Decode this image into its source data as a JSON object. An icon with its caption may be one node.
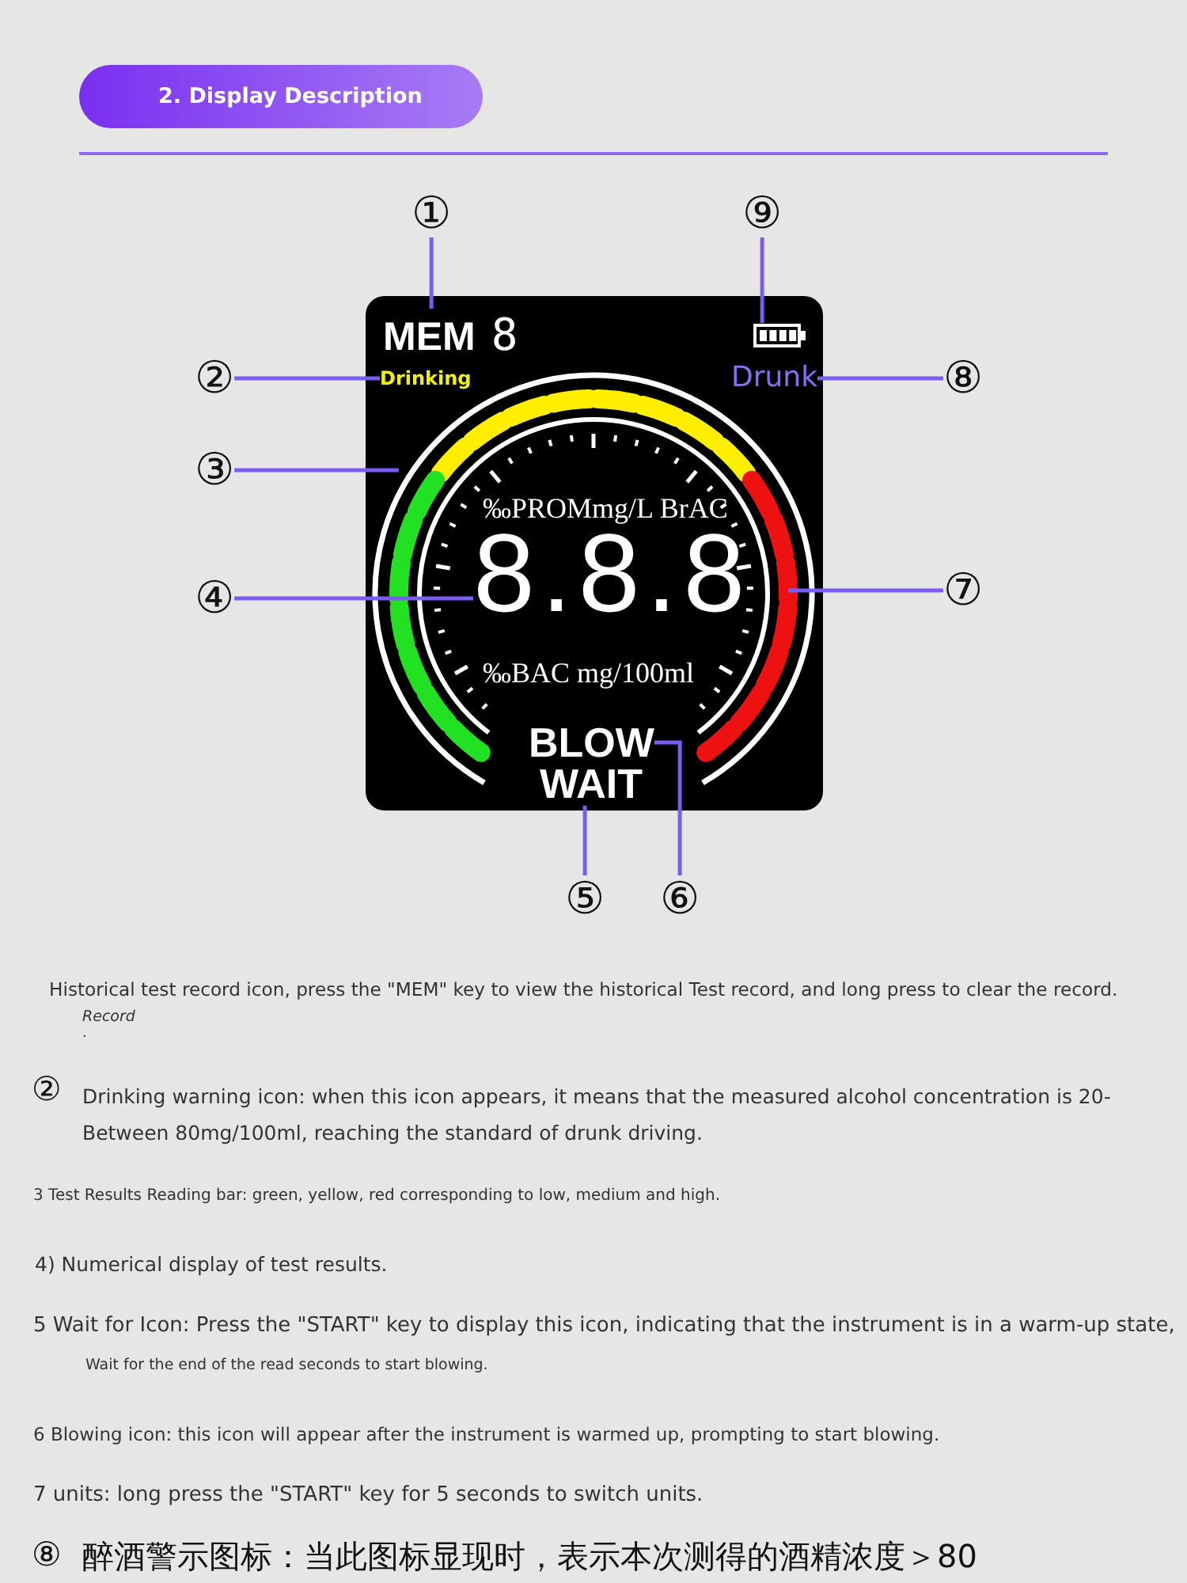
{
  "diagram": {
    "title": "2. Display Description",
    "nodes": [
      {
        "text": [],
        "shape": "box"
      },
      {
        "text": [
          "①"
        ]
      },
      {
        "text": [
          "MEM",
          "8"
        ],
        "in": 0
      },
      {
        "text": [
          "⑨"
        ]
      },
      {
        "text": [],
        "shape": "picture",
        "in": 0
      },
      {
        "text": [
          "②"
        ]
      },
      {
        "text": [
          "Drinking"
        ],
        "in": 0
      },
      {
        "text": [
          "⑧"
        ]
      },
      {
        "text": [
          "Drunk"
        ],
        "in": 0
      },
      {
        "text": [
          "③"
        ]
      },
      {
        "text": [],
        "shape": "bar",
        "in": 0
      },
      {
        "text": [
          "④"
        ]
      },
      {
        "text": [
          "8.8.8"
        ],
        "in": 0
      },
      {
        "text": [
          "⑦"
        ]
      },
      {
        "text": [],
        "shape": "bar",
        "in": 0
      },
      {
        "text": [
          "BLOW"
        ],
        "in": 0
      },
      {
        "text": [
          "WAIT"
        ],
        "in": 0
      },
      {
        "text": [
          "⑤"
        ]
      },
      {
        "text": [
          "⑥"
        ]
      }
    ],
    "edges": [
      {
        "from": 1,
        "to": 2,
        "arrow": "none"
      },
      {
        "from": 3,
        "to": 4,
        "arrow": "none"
      },
      {
        "from": 5,
        "to": 6,
        "arrow": "none"
      },
      {
        "from": 7,
        "to": 8,
        "arrow": "none"
      },
      {
        "from": 9,
        "to": 10,
        "arrow": "none"
      },
      {
        "from": 11,
        "to": 12,
        "arrow": "none"
      },
      {
        "from": 13,
        "to": 14,
        "arrow": "none"
      },
      {
        "from": 17,
        "to": 16,
        "arrow": "none"
      },
      {
        "from": 18,
        "to": 15,
        "arrow": "none"
      }
    ],
    "labels": [
      "‰PROMmg/L BrAC",
      "‰BAC mg/100ml",
      "Historical test record icon, press the \"MEM\" key to view the historical Test record, and long press to clear the record.",
      "Record",
      ".",
      "②",
      "Drinking warning icon: when this icon appears, it means that the measured alcohol concentration is 20- Between 80mg/100ml, reaching the standard of drunk driving.",
      "3 Test Results Reading bar: green, yellow, red corresponding to low, medium and high.",
      "4) Numerical display of test results.",
      "5 Wait for Icon: Press the \"START\" key to display this icon, indicating that the instrument is in a warm-up state,",
      "Wait for the end of the read seconds to start blowing.",
      "6 Blowing icon: this icon will appear after the instrument is warmed up, prompting to start blowing.",
      "7 units: long press the \"START\" key for 5 seconds to switch units.",
      "⑧",
      "醉酒警示图标：当此图标显现时，表示本次测得的酒精浓度＞80"
    ]
  }
}
